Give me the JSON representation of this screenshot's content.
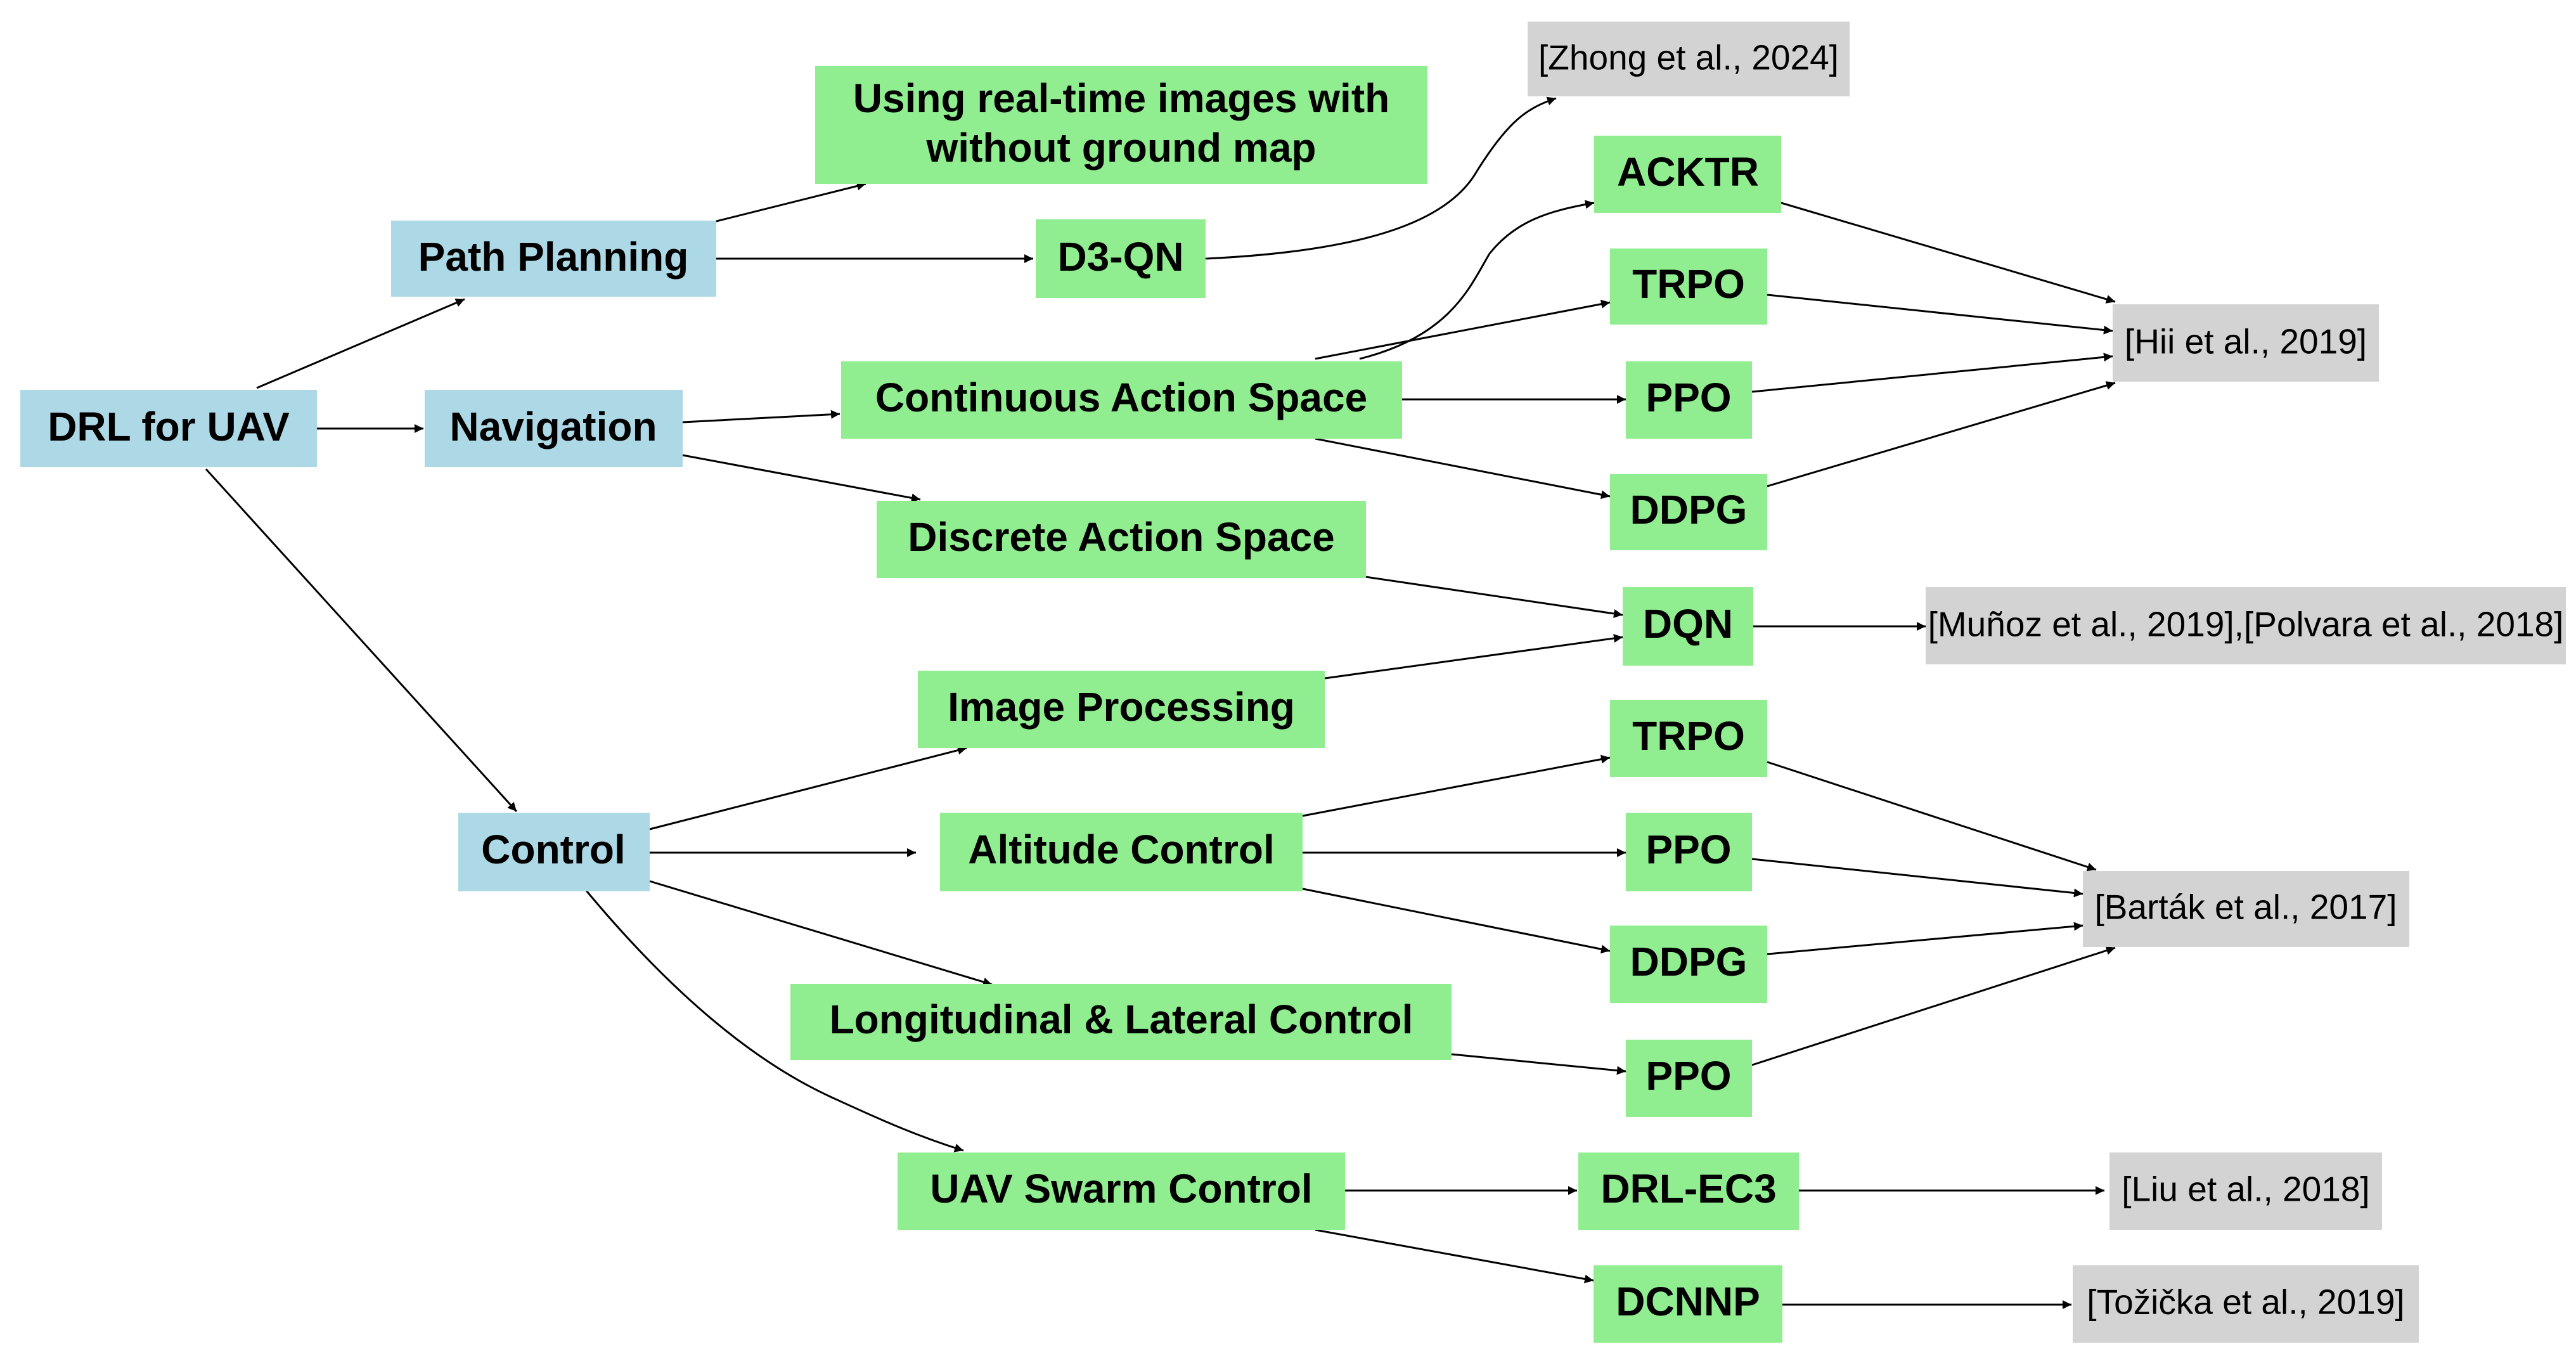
{
  "colors": {
    "category": "#add8e6",
    "method": "#90ee90",
    "reference": "#d3d3d3",
    "edge": "#000000"
  },
  "nodes": {
    "drl": "DRL for UAV",
    "path_planning": "Path Planning",
    "navigation": "Navigation",
    "control": "Control",
    "realtime_images": [
      "Using real-time images with",
      "without ground map"
    ],
    "d3qn": "D3-QN",
    "continuous": "Continuous Action Space",
    "discrete": "Discrete Action Space",
    "image_processing": "Image Processing",
    "altitude": "Altitude Control",
    "longitudinal": "Longitudinal & Lateral Control",
    "swarm": "UAV Swarm Control",
    "acktr": "ACKTR",
    "trpo_nav": "TRPO",
    "ppo_nav": "PPO",
    "ddpg_nav": "DDPG",
    "dqn": "DQN",
    "trpo_ctrl": "TRPO",
    "ppo_ctrl": "PPO",
    "ddpg_ctrl": "DDPG",
    "ppo_long": "PPO",
    "drl_ec3": "DRL-EC3",
    "dcnnp": "DCNNP"
  },
  "references": {
    "zhong": "[Zhong et al., 2024]",
    "hii": "[Hii et al., 2019]",
    "munoz": "[Muñoz et al., 2019],[Polvara et al., 2018]",
    "bartak": "[Barták et al., 2017]",
    "liu": "[Liu et al., 2018]",
    "tozicka": "[Tožička et al., 2019]"
  },
  "edges": [
    [
      "drl",
      "path_planning"
    ],
    [
      "drl",
      "navigation"
    ],
    [
      "drl",
      "control"
    ],
    [
      "path_planning",
      "realtime_images"
    ],
    [
      "path_planning",
      "d3qn"
    ],
    [
      "d3qn",
      "zhong"
    ],
    [
      "navigation",
      "continuous"
    ],
    [
      "navigation",
      "discrete"
    ],
    [
      "continuous",
      "acktr"
    ],
    [
      "continuous",
      "trpo_nav"
    ],
    [
      "continuous",
      "ppo_nav"
    ],
    [
      "continuous",
      "ddpg_nav"
    ],
    [
      "acktr",
      "hii"
    ],
    [
      "trpo_nav",
      "hii"
    ],
    [
      "ppo_nav",
      "hii"
    ],
    [
      "ddpg_nav",
      "hii"
    ],
    [
      "discrete",
      "dqn"
    ],
    [
      "image_processing",
      "dqn"
    ],
    [
      "dqn",
      "munoz"
    ],
    [
      "control",
      "image_processing"
    ],
    [
      "control",
      "altitude"
    ],
    [
      "control",
      "longitudinal"
    ],
    [
      "control",
      "swarm"
    ],
    [
      "altitude",
      "trpo_ctrl"
    ],
    [
      "altitude",
      "ppo_ctrl"
    ],
    [
      "altitude",
      "ddpg_ctrl"
    ],
    [
      "trpo_ctrl",
      "bartak"
    ],
    [
      "ppo_ctrl",
      "bartak"
    ],
    [
      "ddpg_ctrl",
      "bartak"
    ],
    [
      "longitudinal",
      "ppo_long"
    ],
    [
      "ppo_long",
      "bartak"
    ],
    [
      "swarm",
      "drl_ec3"
    ],
    [
      "swarm",
      "dcnnp"
    ],
    [
      "drl_ec3",
      "liu"
    ],
    [
      "dcnnp",
      "tozicka"
    ]
  ]
}
